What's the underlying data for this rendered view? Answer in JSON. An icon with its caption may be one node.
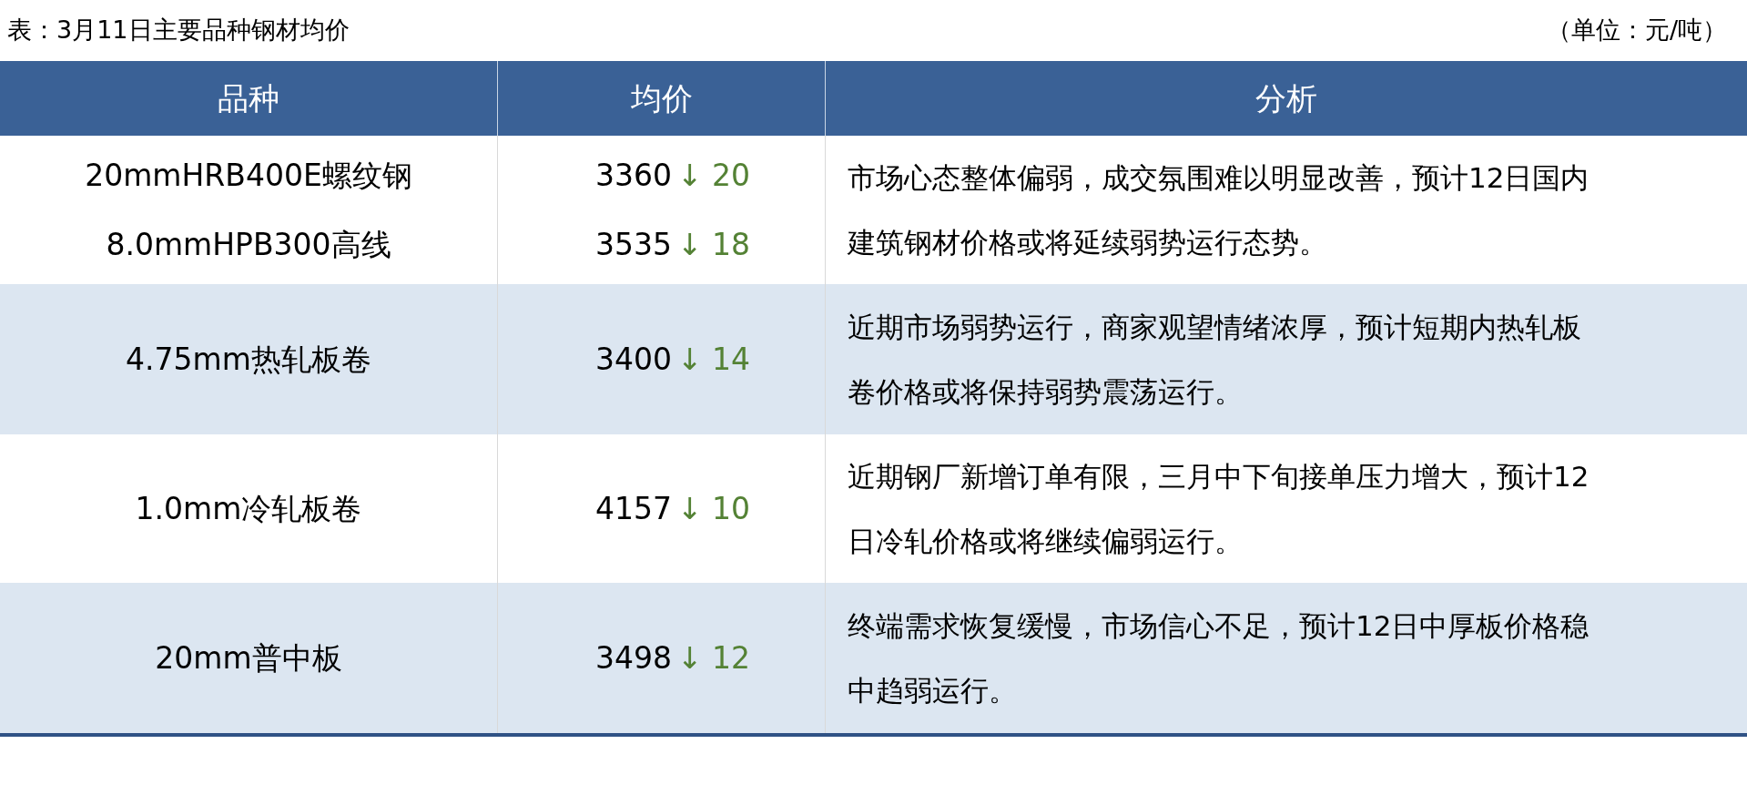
{
  "diagram": {
    "title": "表：3月11日主要品种钢材均价",
    "labels": [
      "（单位：元/吨）",
      "品种",
      "均价",
      "分析",
      "20mmHRB400E螺纹钢",
      "3360",
      "↓ 20",
      "市场心态整体偏弱，成交氛围难以明显改善，预计12日国内建筑钢材价格或将延续弱势运行态势。",
      "8.0mmHPB300高线",
      "3535",
      "↓ 18",
      "4.75mm热轧板卷",
      "3400",
      "↓ 14",
      "近期市场弱势运行，商家观望情绪浓厚，预计短期内热轧板卷价格或将保持弱势震荡运行。",
      "1.0mm冷轧板卷",
      "4157",
      "↓ 10",
      "近期钢厂新增订单有限，三月中下旬接单压力增大，预计12日冷轧价格或将继续偏弱运行。",
      "20mm普中板",
      "3498",
      "↓ 12",
      "终端需求恢复缓慢，市场信心不足，预计12日中厚板价格稳中趋弱运行。"
    ]
  }
}
